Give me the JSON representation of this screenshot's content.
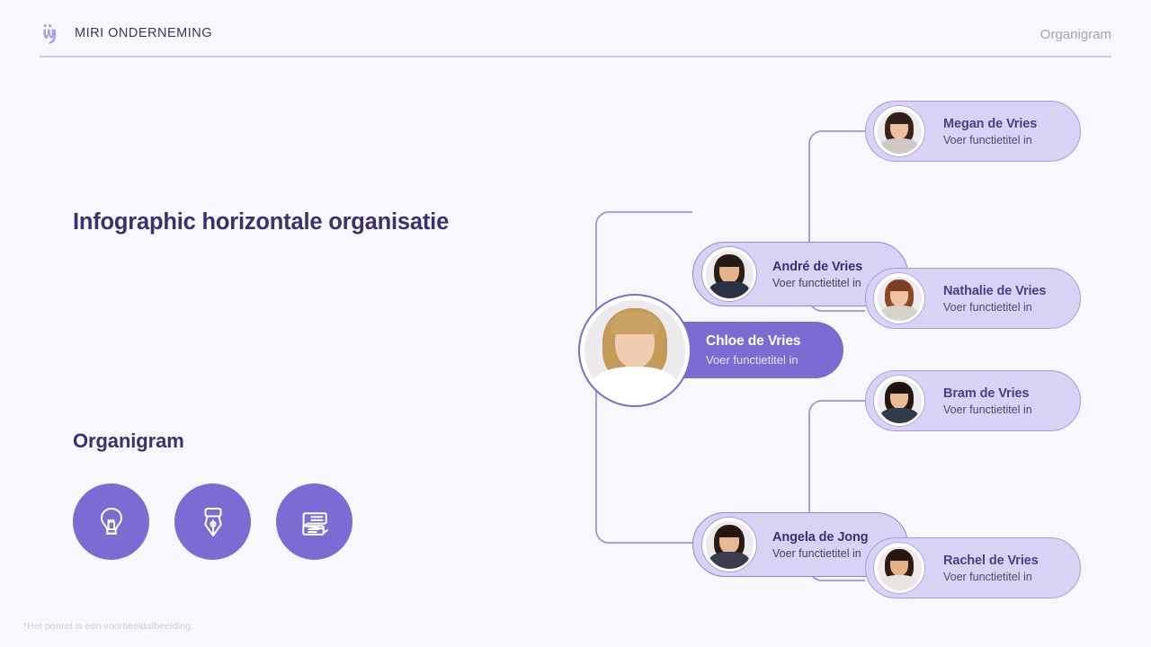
{
  "header": {
    "logo_icon": "miri-w-logo-icon",
    "brand": "MIRI ONDERNEMING",
    "page_label": "Organigram"
  },
  "left": {
    "main_title": "Infographic horizontale organisatie",
    "section_title": "Organigram",
    "icons": [
      {
        "name": "lightbulb-icon",
        "label": "lightbulb"
      },
      {
        "name": "pen-nib-icon",
        "label": "pen nib"
      },
      {
        "name": "chat-bubbles-icon",
        "label": "chat bubbles"
      }
    ],
    "footnote": "*Het portret is een voorbeeldafbeelding."
  },
  "org": {
    "root": {
      "name": "Chloe de Vries",
      "role": "Voer functietitel in",
      "photo": "portrait-chloe"
    },
    "level2": [
      {
        "name": "André de Vries",
        "role": "Voer functietitel in",
        "photo": "portrait-andre"
      },
      {
        "name": "Angela de Jong",
        "role": "Voer functietitel in",
        "photo": "portrait-angela"
      }
    ],
    "level3": [
      {
        "name": "Megan de Vries",
        "role": "Voer functietitel in",
        "photo": "portrait-megan"
      },
      {
        "name": "Nathalie de Vries",
        "role": "Voer functietitel in",
        "photo": "portrait-nathalie"
      },
      {
        "name": "Bram de Vries",
        "role": "Voer functietitel in",
        "photo": "portrait-bram"
      },
      {
        "name": "Rachel de Vries",
        "role": "Voer functietitel in",
        "photo": "portrait-rachel"
      }
    ]
  },
  "colors": {
    "background": "#f7f7fd",
    "primary_purple": "#7c6bd2",
    "node_fill_light": "#d8d3f4",
    "node_border": "#9384dd",
    "text_dark_purple": "#3c3070",
    "header_rule": "#cbc6ec",
    "muted_text": "#a5a3b5",
    "footnote_text": "#cfcde0"
  }
}
